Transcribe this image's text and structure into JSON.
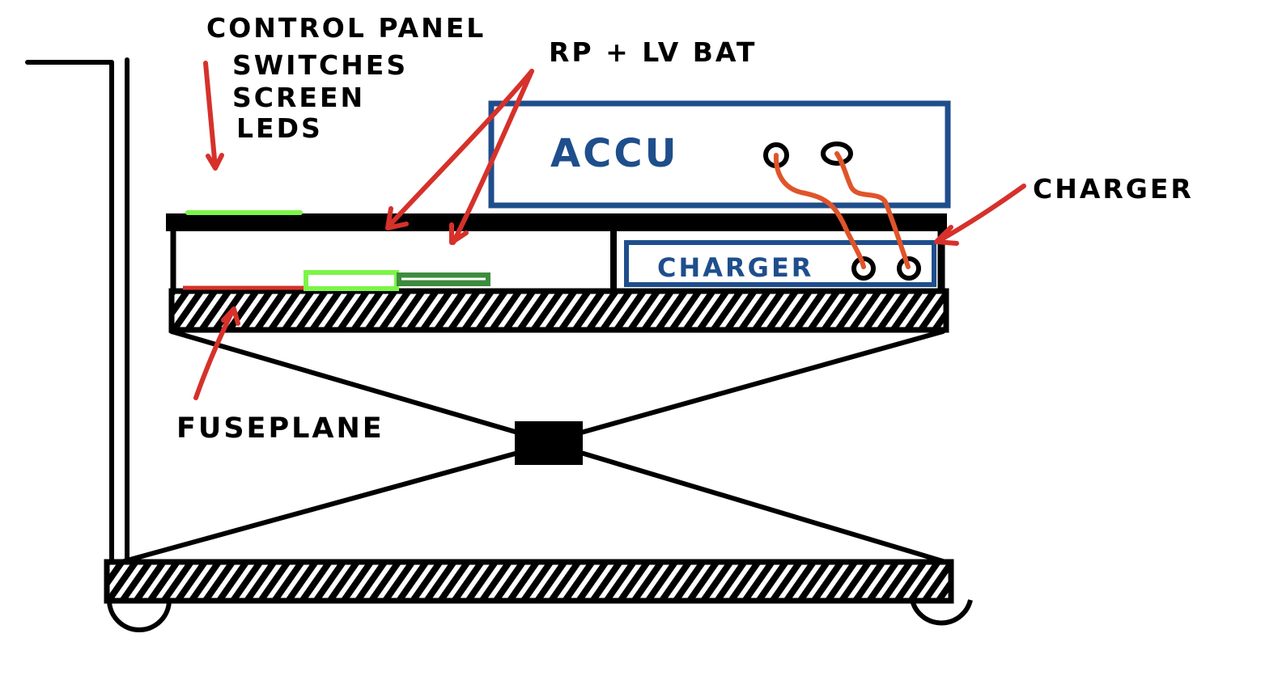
{
  "labels": {
    "control_panel": "CONTROL PANEL",
    "switches": "SWITCHES",
    "screen": "SCREEN",
    "leds": "LEDS",
    "rp_lv_bat": "RP + LV BAT",
    "accu": "ACCU",
    "charger_box": "CHARGER",
    "charger_callout": "CHARGER",
    "fuseplane": "FUSEPLANE"
  },
  "colors": {
    "ink": "#000000",
    "accu_blue": "#1f4e8c",
    "arrow_red": "#d6312b",
    "cable_orange": "#e0542a",
    "bright_green": "#7cf447",
    "dark_green": "#3d8c3e",
    "fuse_red": "#d6312b"
  }
}
